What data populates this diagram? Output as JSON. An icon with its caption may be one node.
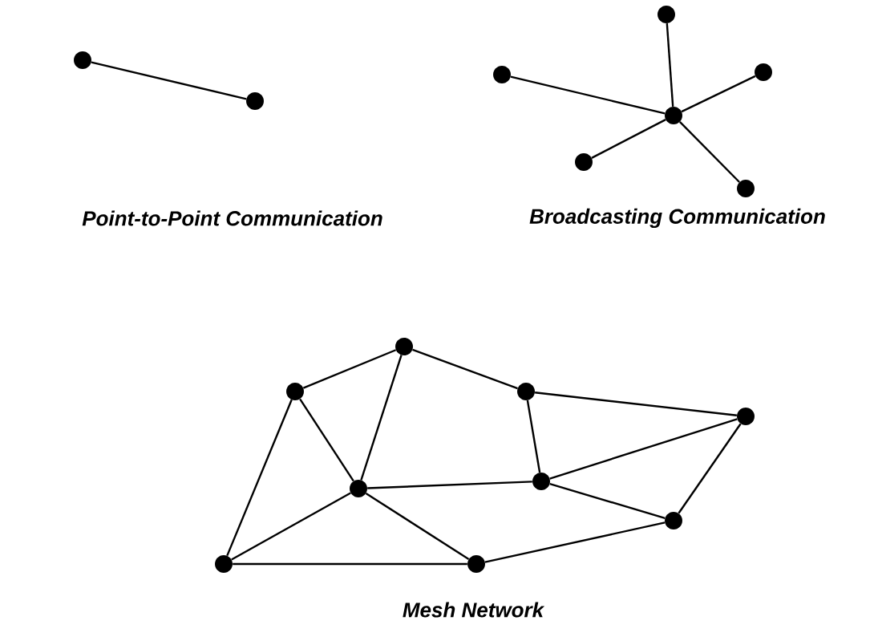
{
  "diagram": {
    "nodes": [
      {
        "text": [],
        "shape": "circle"
      },
      {
        "text": [],
        "shape": "circle"
      },
      {
        "text": [],
        "shape": "circle"
      },
      {
        "text": [],
        "shape": "circle"
      },
      {
        "text": [],
        "shape": "circle"
      },
      {
        "text": [],
        "shape": "circle"
      },
      {
        "text": [],
        "shape": "circle"
      },
      {
        "text": [],
        "shape": "circle"
      },
      {
        "text": [],
        "shape": "circle"
      },
      {
        "text": [],
        "shape": "circle"
      },
      {
        "text": [],
        "shape": "circle"
      },
      {
        "text": [],
        "shape": "circle"
      },
      {
        "text": [],
        "shape": "circle"
      },
      {
        "text": [],
        "shape": "circle"
      },
      {
        "text": [],
        "shape": "circle"
      },
      {
        "text": [],
        "shape": "circle"
      },
      {
        "text": [],
        "shape": "circle"
      }
    ],
    "edges": [
      {
        "from": 0,
        "to": 1,
        "arrow": "none"
      },
      {
        "from": 5,
        "to": 2,
        "arrow": "none"
      },
      {
        "from": 5,
        "to": 3,
        "arrow": "none"
      },
      {
        "from": 5,
        "to": 4,
        "arrow": "none"
      },
      {
        "from": 5,
        "to": 6,
        "arrow": "none"
      },
      {
        "from": 5,
        "to": 7,
        "arrow": "none"
      },
      {
        "from": 9,
        "to": 11,
        "arrow": "none"
      },
      {
        "from": 11,
        "to": 13,
        "arrow": "none"
      },
      {
        "from": 13,
        "to": 16,
        "arrow": "none"
      },
      {
        "from": 9,
        "to": 10,
        "arrow": "none"
      },
      {
        "from": 11,
        "to": 10,
        "arrow": "none"
      },
      {
        "from": 13,
        "to": 14,
        "arrow": "none"
      },
      {
        "from": 16,
        "to": 14,
        "arrow": "none"
      },
      {
        "from": 16,
        "to": 15,
        "arrow": "none"
      },
      {
        "from": 10,
        "to": 14,
        "arrow": "none"
      },
      {
        "from": 14,
        "to": 15,
        "arrow": "none"
      },
      {
        "from": 9,
        "to": 8,
        "arrow": "none"
      },
      {
        "from": 10,
        "to": 8,
        "arrow": "none"
      },
      {
        "from": 10,
        "to": 12,
        "arrow": "none"
      },
      {
        "from": 8,
        "to": 12,
        "arrow": "none"
      },
      {
        "from": 12,
        "to": 15,
        "arrow": "none"
      }
    ],
    "labels": [
      "Point-to-Point Communication",
      "Broadcasting Communication",
      "Mesh Network"
    ]
  }
}
